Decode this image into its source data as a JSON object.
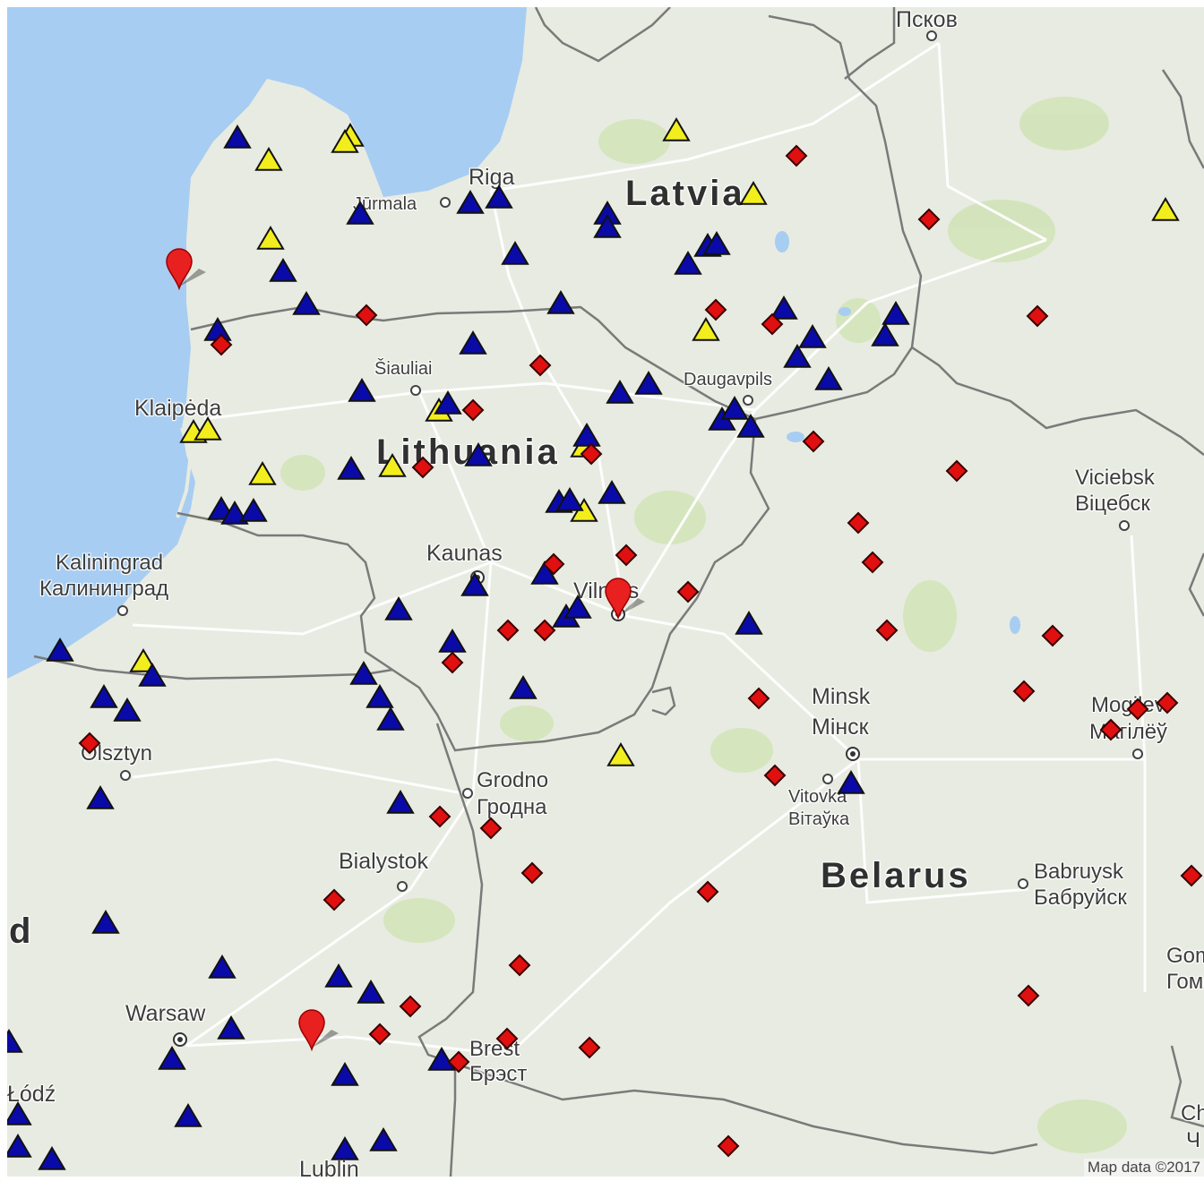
{
  "map": {
    "countries": [
      "Latvia",
      "Lithuania",
      "Belarus",
      "d"
    ],
    "cities": {
      "pskov": "Псков",
      "riga": "Riga",
      "jurmala": "Jūrmala",
      "siauliai": "Šiauliai",
      "daugavpils": "Daugavpils",
      "klaipeda": "Klaipėda",
      "kaunas": "Kaunas",
      "vilnius": "Vilnius",
      "kaliningrad_en": "Kaliningrad",
      "kaliningrad_ru": "Калининград",
      "viciebsk_en": "Viciebsk",
      "viciebsk_by": "Віцебск",
      "minsk_en": "Minsk",
      "minsk_by": "Мінск",
      "olsztyn": "Olsztyn",
      "grodno_en": "Grodno",
      "grodno_by": "Гродна",
      "vitovka_en": "Vitovka",
      "vitovka_by": "Вітаўка",
      "mogilev_en": "Mogilev",
      "mogilev_by": "Магілёў",
      "bialystok": "Bialystok",
      "babruysk_en": "Babruysk",
      "babruysk_by": "Бабруйск",
      "warsaw": "Warsaw",
      "brest_en": "Brest",
      "brest_by": "Брэст",
      "lodz": "Łódź",
      "lublin": "Lublin",
      "gomel_en": "Gomel",
      "gomel_ru": "Гомель",
      "ch_en": "Ch",
      "ch_ru": "Ч"
    },
    "attribution": "Map data ©2017",
    "colors": {
      "sea": "#a7cdf2",
      "land": "#e8ebe1",
      "triangle_blue": "#0a0aa8",
      "triangle_yellow": "#f2ee1e",
      "diamond_red": "#e01010",
      "pin_red": "#e82020"
    },
    "marker_types": [
      "blue-triangle",
      "yellow-triangle",
      "red-diamond",
      "red-pin"
    ]
  }
}
